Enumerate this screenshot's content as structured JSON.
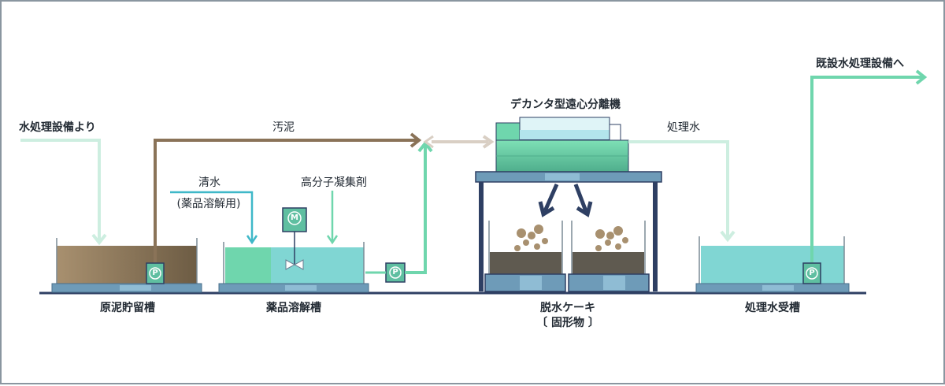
{
  "labels": {
    "source_in": "水処理設備より",
    "sludge_line": "汚泥",
    "clean_water": "清水",
    "clean_water_note": "(薬品溶解用)",
    "polymer": "高分子凝集剤",
    "decanter": "デカンタ型遠心分離機",
    "treated_water_line": "処理水",
    "to_existing": "既設水処理設備へ",
    "raw_sludge_tank": "原泥貯留槽",
    "chemical_tank": "薬品溶解槽",
    "cake_title": "脱水ケーキ",
    "cake_note": "〔 固形物 〕",
    "treated_tank": "処理水受槽"
  },
  "symbols": {
    "pump": "P",
    "motor": "M"
  },
  "colors": {
    "sludge": "#8a7358",
    "clean_water_line": "#3fb8c8",
    "chemical_line": "#6fd6ad",
    "light_water_line": "#cdeee0",
    "treated_line": "#6fd6ad",
    "frame": "#2e3f63",
    "outline": "#7b8b96"
  }
}
